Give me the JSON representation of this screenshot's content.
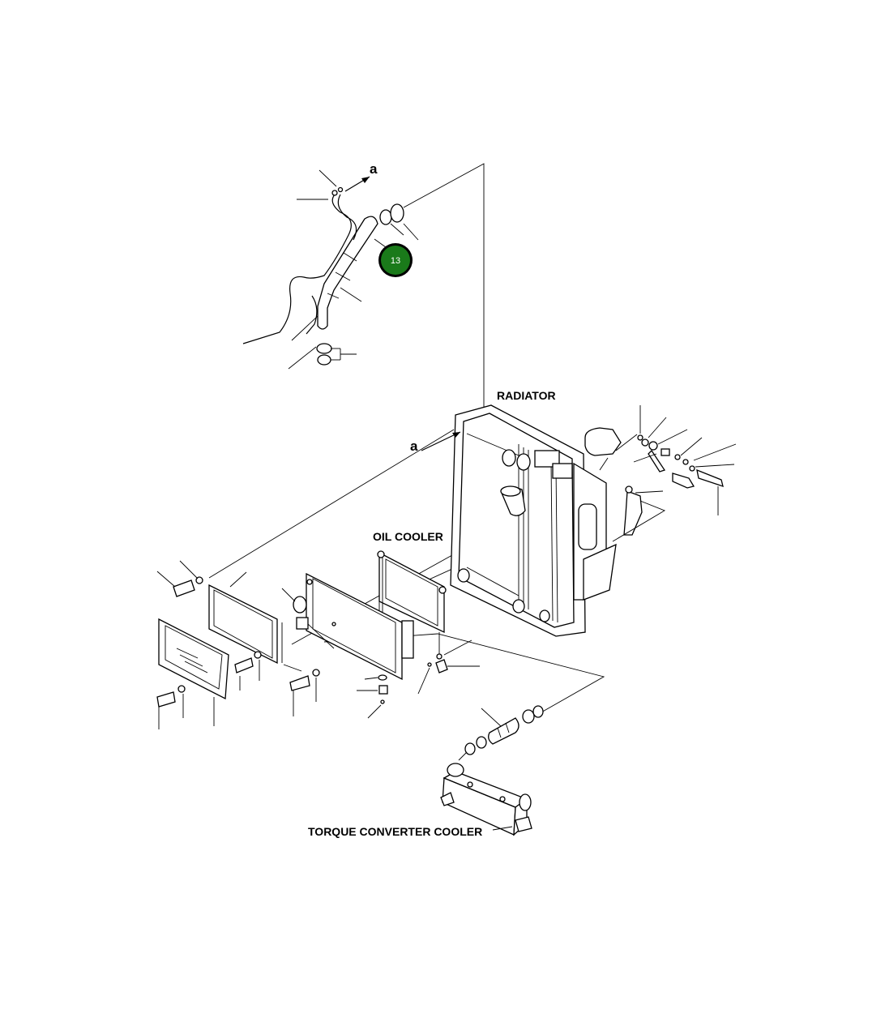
{
  "labels": {
    "radiator": "RADIATOR",
    "oil_cooler": "OIL COOLER",
    "torque_converter_cooler": "TORQUE CONVERTER COOLER",
    "ref_a_top": "a",
    "ref_a_mid": "a"
  },
  "hotspot": {
    "number": "13",
    "color": "#1a7a1a"
  }
}
